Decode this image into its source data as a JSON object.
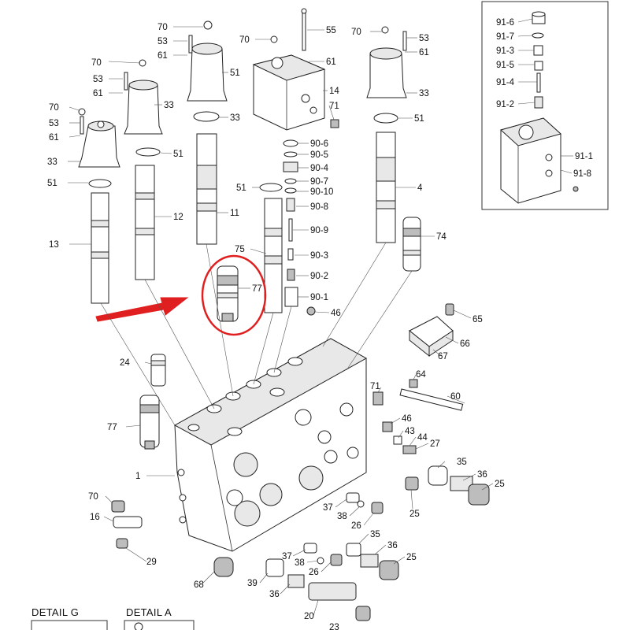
{
  "colors": {
    "line": "#333333",
    "highlight": "#e02020",
    "part_fill": "#ffffff",
    "part_shade": "#c8c8c8"
  },
  "detail_titles": {
    "detail_g": "DETAIL G",
    "detail_a": "DETAIL A"
  },
  "labels": [
    {
      "id": "l1",
      "text": "70"
    },
    {
      "id": "l2",
      "text": "53"
    },
    {
      "id": "l3",
      "text": "61"
    },
    {
      "id": "l4",
      "text": "70"
    },
    {
      "id": "l5",
      "text": "53"
    },
    {
      "id": "l6",
      "text": "61"
    },
    {
      "id": "l7",
      "text": "33"
    },
    {
      "id": "l8",
      "text": "70"
    },
    {
      "id": "l9",
      "text": "53"
    },
    {
      "id": "l10",
      "text": "61"
    },
    {
      "id": "l11",
      "text": "33"
    },
    {
      "id": "l12",
      "text": "51"
    },
    {
      "id": "l13",
      "text": "13"
    },
    {
      "id": "l14",
      "text": "51"
    },
    {
      "id": "l15",
      "text": "12"
    },
    {
      "id": "l16",
      "text": "33"
    },
    {
      "id": "l17",
      "text": "51"
    },
    {
      "id": "l18",
      "text": "11"
    },
    {
      "id": "l19",
      "text": "70"
    },
    {
      "id": "l20",
      "text": "55"
    },
    {
      "id": "l21",
      "text": "61"
    },
    {
      "id": "l22",
      "text": "14"
    },
    {
      "id": "l23",
      "text": "71"
    },
    {
      "id": "l24",
      "text": "90-6"
    },
    {
      "id": "l25",
      "text": "90-5"
    },
    {
      "id": "l26",
      "text": "90-4"
    },
    {
      "id": "l27",
      "text": "90-7"
    },
    {
      "id": "l28",
      "text": "90-10"
    },
    {
      "id": "l29",
      "text": "90-8"
    },
    {
      "id": "l30",
      "text": "51"
    },
    {
      "id": "l31",
      "text": "90-9"
    },
    {
      "id": "l32",
      "text": "75"
    },
    {
      "id": "l33",
      "text": "90-3"
    },
    {
      "id": "l34",
      "text": "77"
    },
    {
      "id": "l35",
      "text": "90-2"
    },
    {
      "id": "l36",
      "text": "90-1"
    },
    {
      "id": "l37",
      "text": "46"
    },
    {
      "id": "l38",
      "text": "70"
    },
    {
      "id": "l39",
      "text": "53"
    },
    {
      "id": "l40",
      "text": "61"
    },
    {
      "id": "l41",
      "text": "33"
    },
    {
      "id": "l42",
      "text": "51"
    },
    {
      "id": "l43",
      "text": "4"
    },
    {
      "id": "l44",
      "text": "74"
    },
    {
      "id": "l45",
      "text": "91-6"
    },
    {
      "id": "l46",
      "text": "91-7"
    },
    {
      "id": "l47",
      "text": "91-3"
    },
    {
      "id": "l48",
      "text": "91-5"
    },
    {
      "id": "l49",
      "text": "91-4"
    },
    {
      "id": "l50",
      "text": "91-2"
    },
    {
      "id": "l51",
      "text": "91-1"
    },
    {
      "id": "l52",
      "text": "91-8"
    },
    {
      "id": "l53",
      "text": "65"
    },
    {
      "id": "l54",
      "text": "66"
    },
    {
      "id": "l55",
      "text": "67"
    },
    {
      "id": "l56",
      "text": "24"
    },
    {
      "id": "l57",
      "text": "64"
    },
    {
      "id": "l58",
      "text": "71"
    },
    {
      "id": "l59",
      "text": "60"
    },
    {
      "id": "l60",
      "text": "46"
    },
    {
      "id": "l61",
      "text": "43"
    },
    {
      "id": "l62",
      "text": "44"
    },
    {
      "id": "l63",
      "text": "27"
    },
    {
      "id": "l64",
      "text": "77"
    },
    {
      "id": "l65",
      "text": "35"
    },
    {
      "id": "l66",
      "text": "1"
    },
    {
      "id": "l67",
      "text": "36"
    },
    {
      "id": "l68",
      "text": "25"
    },
    {
      "id": "l69",
      "text": "70"
    },
    {
      "id": "l70",
      "text": "25"
    },
    {
      "id": "l71",
      "text": "37"
    },
    {
      "id": "l72",
      "text": "38"
    },
    {
      "id": "l73",
      "text": "26"
    },
    {
      "id": "l74",
      "text": "16"
    },
    {
      "id": "l75",
      "text": "35"
    },
    {
      "id": "l76",
      "text": "29"
    },
    {
      "id": "l77",
      "text": "37"
    },
    {
      "id": "l78",
      "text": "36"
    },
    {
      "id": "l79",
      "text": "38"
    },
    {
      "id": "l80",
      "text": "25"
    },
    {
      "id": "l81",
      "text": "26"
    },
    {
      "id": "l82",
      "text": "68"
    },
    {
      "id": "l83",
      "text": "39"
    },
    {
      "id": "l84",
      "text": "36"
    },
    {
      "id": "l85",
      "text": "20"
    },
    {
      "id": "l86",
      "text": "23"
    }
  ]
}
